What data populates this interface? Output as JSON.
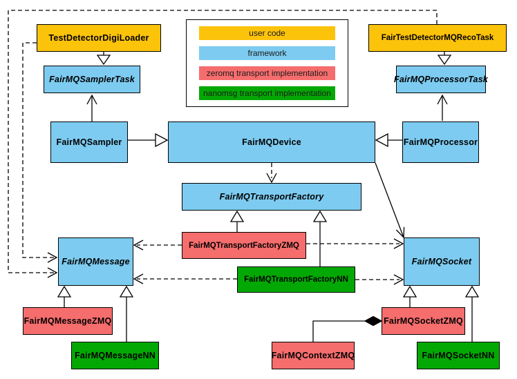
{
  "diagram": {
    "colors": {
      "user_code": "#FCC30B",
      "framework": "#7DCBF0",
      "zeromq": "#F66D6D",
      "nanomsg": "#04A804",
      "line": "#000000",
      "background": "#FFFFFF"
    },
    "legend": {
      "items": [
        {
          "label": "user code",
          "color_key": "user_code"
        },
        {
          "label": "framework",
          "color_key": "framework"
        },
        {
          "label": "zeromq transport implementation",
          "color_key": "zeromq"
        },
        {
          "label": "nanomsg transport implementation",
          "color_key": "nanomsg"
        }
      ]
    },
    "nodes": {
      "test_detector_digi_loader": {
        "label": "TestDetectorDigiLoader",
        "category": "user_code",
        "abstract": false
      },
      "fair_test_detector_mq_reco_task": {
        "label": "FairTestDetectorMQRecoTask",
        "category": "user_code",
        "abstract": false
      },
      "fairmq_sampler_task": {
        "label": "FairMQSamplerTask",
        "category": "framework",
        "abstract": true
      },
      "fairmq_processor_task": {
        "label": "FairMQProcessorTask",
        "category": "framework",
        "abstract": true
      },
      "fairmq_sampler": {
        "label": "FairMQSampler",
        "category": "framework",
        "abstract": false
      },
      "fairmq_device": {
        "label": "FairMQDevice",
        "category": "framework",
        "abstract": false
      },
      "fairmq_processor": {
        "label": "FairMQProcessor",
        "category": "framework",
        "abstract": false
      },
      "fairmq_transport_factory": {
        "label": "FairMQTransportFactory",
        "category": "framework",
        "abstract": true
      },
      "fairmq_transport_factory_zmq": {
        "label": "FairMQTransportFactoryZMQ",
        "category": "zeromq",
        "abstract": false
      },
      "fairmq_transport_factory_nn": {
        "label": "FairMQTransportFactoryNN",
        "category": "nanomsg",
        "abstract": false
      },
      "fairmq_message": {
        "label": "FairMQMessage",
        "category": "framework",
        "abstract": true
      },
      "fairmq_socket": {
        "label": "FairMQSocket",
        "category": "framework",
        "abstract": true
      },
      "fairmq_message_zmq": {
        "label": "FairMQMessageZMQ",
        "category": "zeromq",
        "abstract": false
      },
      "fairmq_message_nn": {
        "label": "FairMQMessageNN",
        "category": "nanomsg",
        "abstract": false
      },
      "fairmq_context_zmq": {
        "label": "FairMQContextZMQ",
        "category": "zeromq",
        "abstract": false
      },
      "fairmq_socket_zmq": {
        "label": "FairMQSocketZMQ",
        "category": "zeromq",
        "abstract": false
      },
      "fairmq_socket_nn": {
        "label": "FairMQSocketNN",
        "category": "nanomsg",
        "abstract": false
      }
    },
    "edges": [
      {
        "from": "TestDetectorDigiLoader",
        "to": "FairMQSamplerTask",
        "kind": "inheritance"
      },
      {
        "from": "FairTestDetectorMQRecoTask",
        "to": "FairMQProcessorTask",
        "kind": "inheritance"
      },
      {
        "from": "FairMQSampler",
        "to": "FairMQDevice",
        "kind": "inheritance"
      },
      {
        "from": "FairMQProcessor",
        "to": "FairMQDevice",
        "kind": "inheritance"
      },
      {
        "from": "FairMQSampler",
        "to": "FairMQSamplerTask",
        "kind": "association"
      },
      {
        "from": "FairMQProcessor",
        "to": "FairMQProcessorTask",
        "kind": "association"
      },
      {
        "from": "FairMQDevice",
        "to": "FairMQTransportFactory",
        "kind": "dependency-dashed"
      },
      {
        "from": "FairMQDevice",
        "to": "FairMQSocket",
        "kind": "association"
      },
      {
        "from": "FairMQTransportFactoryZMQ",
        "to": "FairMQTransportFactory",
        "kind": "inheritance"
      },
      {
        "from": "FairMQTransportFactoryNN",
        "to": "FairMQTransportFactory",
        "kind": "inheritance"
      },
      {
        "from": "FairMQTransportFactoryZMQ",
        "to": "FairMQMessage",
        "kind": "dependency-dashed"
      },
      {
        "from": "FairMQTransportFactoryZMQ",
        "to": "FairMQSocket",
        "kind": "dependency-dashed"
      },
      {
        "from": "FairMQTransportFactoryNN",
        "to": "FairMQMessage",
        "kind": "dependency-dashed"
      },
      {
        "from": "FairMQTransportFactoryNN",
        "to": "FairMQSocket",
        "kind": "dependency-dashed"
      },
      {
        "from": "FairMQMessageZMQ",
        "to": "FairMQMessage",
        "kind": "inheritance"
      },
      {
        "from": "FairMQMessageNN",
        "to": "FairMQMessage",
        "kind": "inheritance"
      },
      {
        "from": "FairMQSocketZMQ",
        "to": "FairMQSocket",
        "kind": "inheritance"
      },
      {
        "from": "FairMQSocketNN",
        "to": "FairMQSocket",
        "kind": "inheritance"
      },
      {
        "from": "FairMQSocketZMQ",
        "to": "FairMQContextZMQ",
        "kind": "composition"
      },
      {
        "from": "TestDetectorDigiLoader",
        "to": "FairMQMessage",
        "kind": "dependency-dashed"
      },
      {
        "from": "FairTestDetectorMQRecoTask",
        "to": "FairMQMessage",
        "kind": "dependency-dashed"
      }
    ]
  }
}
